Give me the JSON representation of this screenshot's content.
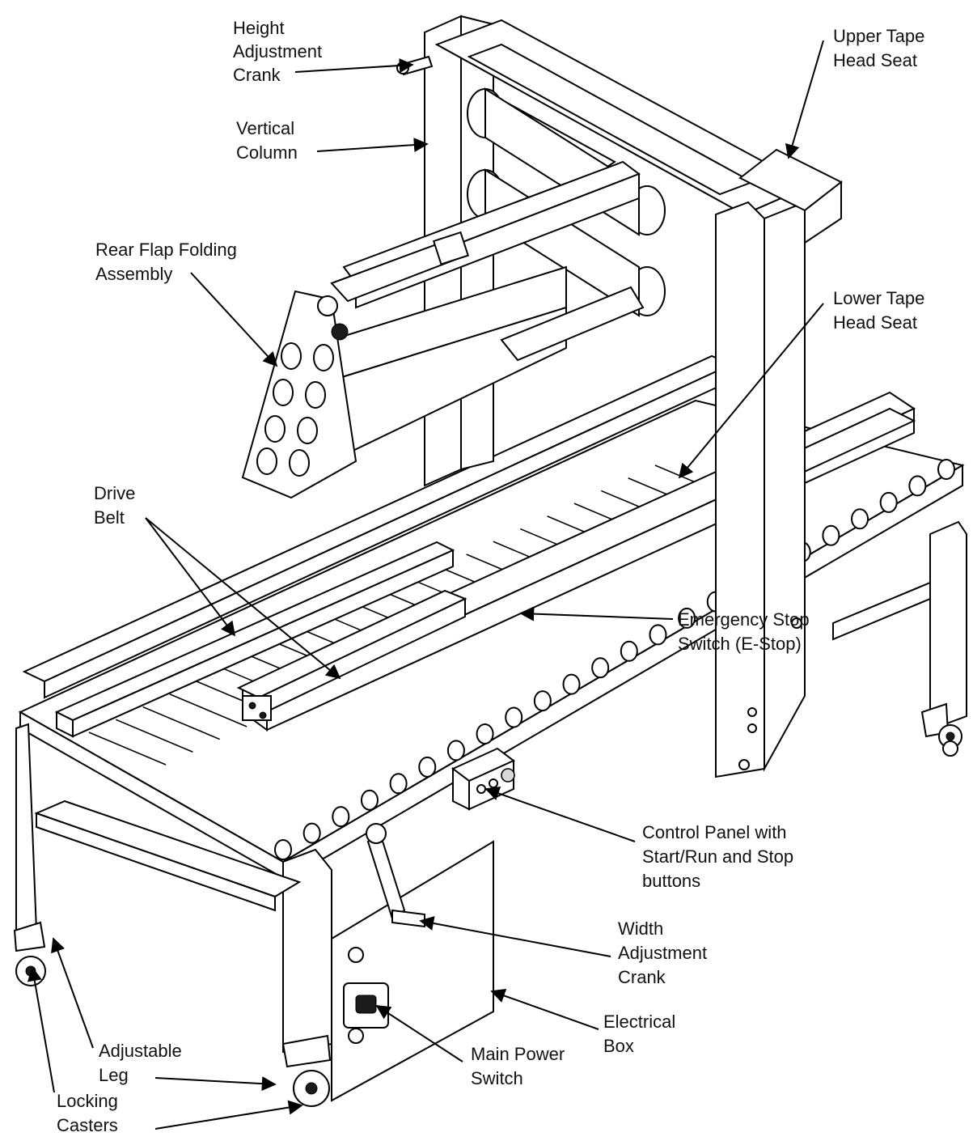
{
  "callouts": [
    {
      "id": "height-crank",
      "lines": [
        "Height",
        "Adjustment",
        "Crank"
      ]
    },
    {
      "id": "vertical-column",
      "lines": [
        "Vertical",
        "Column"
      ]
    },
    {
      "id": "rear-flap",
      "lines": [
        "Rear Flap Folding",
        "Assembly"
      ]
    },
    {
      "id": "upper-tape",
      "lines": [
        "Upper Tape",
        "Head Seat"
      ]
    },
    {
      "id": "lower-tape",
      "lines": [
        "Lower Tape",
        "Head Seat"
      ]
    },
    {
      "id": "drive-belt",
      "lines": [
        "Drive",
        "Belt"
      ]
    },
    {
      "id": "estop",
      "lines": [
        "Emergency Stop",
        "Switch (E-Stop)"
      ]
    },
    {
      "id": "control-panel",
      "lines": [
        "Control Panel with",
        "Start/Run and Stop",
        "buttons"
      ]
    },
    {
      "id": "width-crank",
      "lines": [
        "Width",
        "Adjustment",
        "Crank"
      ]
    },
    {
      "id": "electrical-box",
      "lines": [
        "Electrical",
        "Box"
      ]
    },
    {
      "id": "main-power",
      "lines": [
        "Main Power",
        "Switch"
      ]
    },
    {
      "id": "adjustable-leg",
      "lines": [
        "Adjustable",
        "Leg"
      ]
    },
    {
      "id": "locking-casters",
      "lines": [
        "Locking",
        "Casters"
      ]
    }
  ],
  "colors": {
    "line": "#000000",
    "shade": "#d9d9d9",
    "background": "#ffffff"
  }
}
